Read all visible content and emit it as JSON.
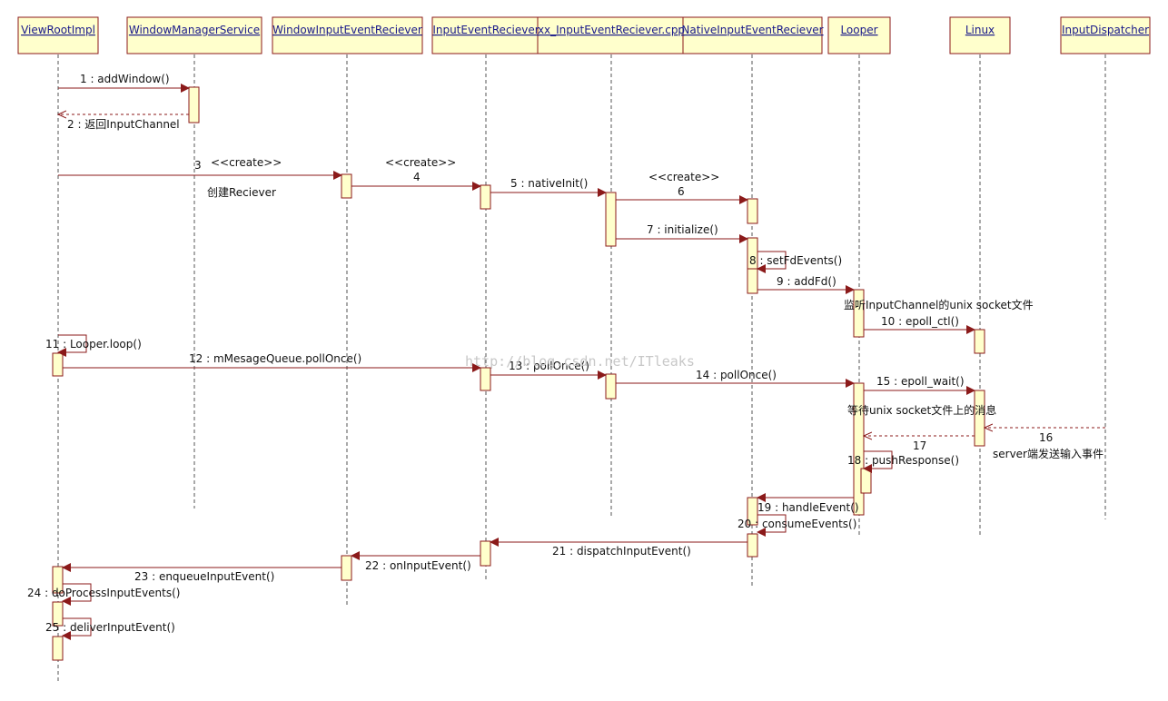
{
  "participants": [
    {
      "id": "viewroot",
      "label": "ViewRootImpl"
    },
    {
      "id": "wms",
      "label": "WindowManagerService"
    },
    {
      "id": "wier",
      "label": "WindowInputEventReciever"
    },
    {
      "id": "ier",
      "label": "InputEventReciever"
    },
    {
      "id": "cpp",
      "label": "xx_InputEventReciever.cpp"
    },
    {
      "id": "nier",
      "label": "NativeInputEventReciever"
    },
    {
      "id": "looper",
      "label": "Looper"
    },
    {
      "id": "linux",
      "label": "Linux"
    },
    {
      "id": "disp",
      "label": "InputDispatcher"
    }
  ],
  "messages": [
    {
      "label": "1 : addWindow()"
    },
    {
      "label": "2 : 返回InputChannel"
    },
    {
      "label": "3"
    },
    {
      "label": "<<create>>"
    },
    {
      "label": "4"
    },
    {
      "label": "<<create>>"
    },
    {
      "label": "5 : nativeInit()"
    },
    {
      "label": "6"
    },
    {
      "label": "<<create>>"
    },
    {
      "label": "7 : initialize()"
    },
    {
      "label": "8 : setFdEvents()"
    },
    {
      "label": "9 : addFd()"
    },
    {
      "label": "10 : epoll_ctl()"
    },
    {
      "label": "11 : Looper.loop()"
    },
    {
      "label": "12 : mMesageQueue.pollOnce()"
    },
    {
      "label": "13 : pollOnce()"
    },
    {
      "label": "14 : pollOnce()"
    },
    {
      "label": "15 : epoll_wait()"
    },
    {
      "label": "16"
    },
    {
      "label": "17"
    },
    {
      "label": "18 : pushResponse()"
    },
    {
      "label": "19 : handleEvent()"
    },
    {
      "label": "20 : consumeEvents()"
    },
    {
      "label": "21 : dispatchInputEvent()"
    },
    {
      "label": "22 : onInputEvent()"
    },
    {
      "label": "23 : enqueueInputEvent()"
    },
    {
      "label": "24 : doProcessInputEvents()"
    },
    {
      "label": "25 : deliverInputEvent()"
    }
  ],
  "notes": [
    {
      "label": "创建Reciever"
    },
    {
      "label": "监听InputChannel的unix socket文件"
    },
    {
      "label": "等待unix socket文件上的消息"
    },
    {
      "label": "server端发送输入事件"
    }
  ],
  "watermark": "http://blog.csdn.net/ITleaks",
  "colors": {
    "accent": "#8b1a1a",
    "box": "#ffffcc",
    "header_text": "#1a1a8a"
  }
}
